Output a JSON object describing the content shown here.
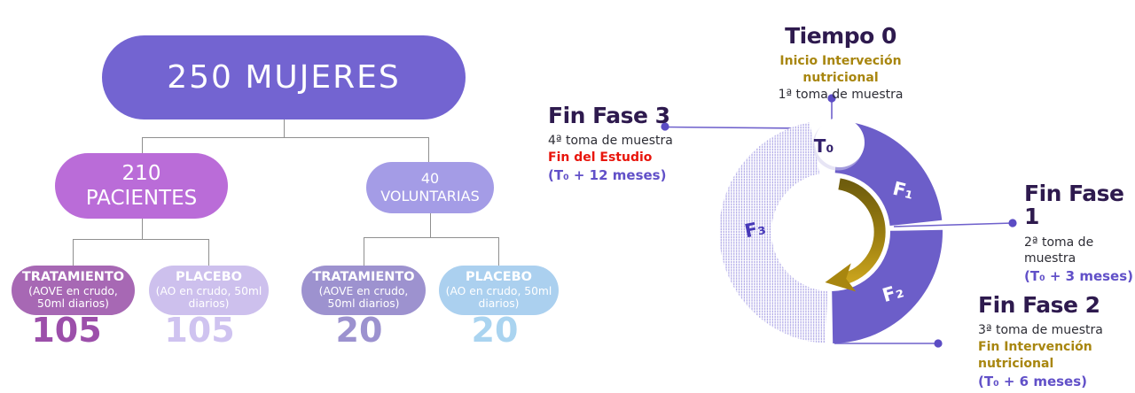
{
  "flowchart": {
    "root": {
      "label": "250 MUJERES"
    },
    "branches": [
      {
        "count": "210",
        "label": "PACIENTES"
      },
      {
        "count": "40",
        "label": "VOLUNTARIAS"
      }
    ],
    "leaves": [
      {
        "title": "TRATAMIENTO",
        "detail": "(AOVE en crudo, 50ml diarios)",
        "total": "105"
      },
      {
        "title": "PLACEBO",
        "detail": "(AO en crudo, 50ml diarios)",
        "total": "105"
      },
      {
        "title": "TRATAMIENTO",
        "detail": "(AOVE en crudo, 50ml diarios)",
        "total": "20"
      },
      {
        "title": "PLACEBO",
        "detail": "(AO en crudo, 50ml diarios)",
        "total": "20"
      }
    ]
  },
  "cycle": {
    "t0_label": "T₀",
    "segments": [
      {
        "label": "F₁"
      },
      {
        "label": "F₂"
      },
      {
        "label": "F₃"
      }
    ],
    "tiempo0": {
      "title": "Tiempo 0",
      "line1": "Inicio Interveción nutricional",
      "line2": "1ª toma de muestra"
    },
    "fase1": {
      "title": "Fin Fase 1",
      "line1": "2ª toma de muestra",
      "line2": "(T₀ + 3 meses)"
    },
    "fase2": {
      "title": "Fin Fase 2",
      "line1": "3ª toma de muestra",
      "line2": "Fin Intervención nutricional",
      "line3": "(T₀ + 6 meses)"
    },
    "fase3": {
      "title": "Fin Fase 3",
      "line1": "4ª toma de muestra",
      "line2": "Fin del Estudio",
      "line3": "(T₀ + 12 meses)"
    }
  },
  "colors": {
    "root_pill": "#7364d1",
    "patients_pill": "#ba6cd8",
    "volunteers_pill": "#a49ce6",
    "treatment_pill": "#a768b4",
    "placebo_pill": "#cdc0ed",
    "treatment2_pill": "#9d92cf",
    "placebo2_pill": "#abd0ef",
    "ring_solid": "#6c5ec9",
    "ring_hatch": "#6e61d4",
    "arrow_gold": "#a8860f",
    "text_gold": "#a8860f",
    "text_red": "#e8150c",
    "text_purple": "#6150c8",
    "text_heading": "#2e1a4e",
    "connector_purple": "#6f61cc",
    "connector_gray": "#8f8f8f"
  }
}
